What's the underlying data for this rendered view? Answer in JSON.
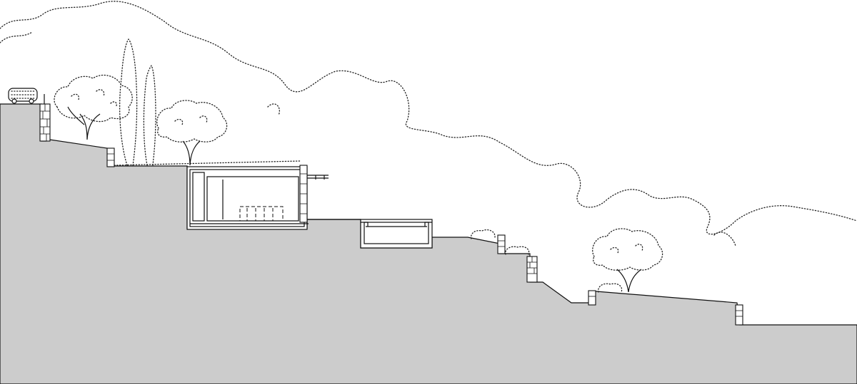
{
  "drawing": {
    "kind": "architectural-site-section",
    "colors": {
      "ground": "#cccccc",
      "line": "#111111",
      "background": "#ffffff"
    },
    "elements": [
      "canopy-outline",
      "cypress-trees",
      "olive-trees",
      "car",
      "retaining-walls",
      "house-section",
      "pool-section",
      "shrubs"
    ]
  }
}
